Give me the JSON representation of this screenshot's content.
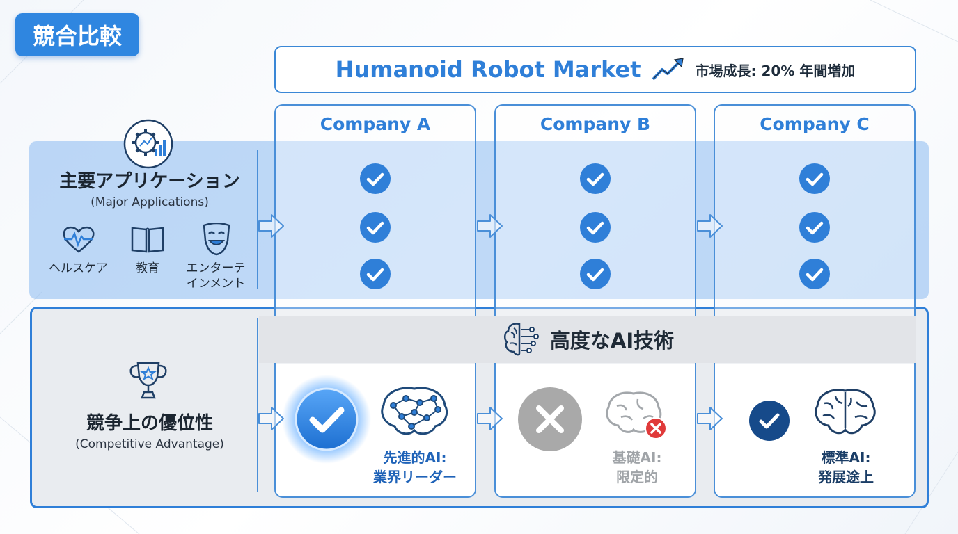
{
  "page_title": "競合比較",
  "market": {
    "title": "Humanoid Robot Market",
    "growth": "市場成長: 20% 年間増加",
    "icon": "trend-up-arrow-icon"
  },
  "rows": {
    "applications": {
      "title": "主要アプリケーション",
      "subtitle": "(Major Applications)",
      "icon": "gear-chart-icon",
      "categories": [
        {
          "label": "ヘルスケア",
          "icon": "heart-pulse-icon"
        },
        {
          "label": "教育",
          "icon": "book-icon"
        },
        {
          "label_line1": "エンターテ",
          "label_line2": "インメント",
          "icon": "theater-mask-icon"
        }
      ]
    },
    "advantage": {
      "title": "競争上の優位性",
      "subtitle": "(Competitive Advantage)",
      "icon": "trophy-icon"
    }
  },
  "ai_section": {
    "title": "高度なAI技術",
    "icon": "brain-circuit-icon"
  },
  "companies": [
    {
      "name": "Company A",
      "applications": [
        true,
        true,
        true
      ],
      "ai_status": "check",
      "ai_line1": "先進的AI:",
      "ai_line2": "業界リーダー",
      "ai_color": "#1f63b8"
    },
    {
      "name": "Company B",
      "applications": [
        true,
        true,
        true
      ],
      "ai_status": "cross",
      "ai_line1": "基礎AI:",
      "ai_line2": "限定的",
      "ai_color": "#a0a4a8"
    },
    {
      "name": "Company C",
      "applications": [
        true,
        true,
        true
      ],
      "ai_status": "check-small",
      "ai_line1": "標準AI:",
      "ai_line2": "発展途上",
      "ai_color": "#1a3d66"
    }
  ],
  "colors": {
    "accent": "#2f86e0",
    "check": "#2f7fd8",
    "cross": "#a9a9a9",
    "dark_check": "#164a8a"
  }
}
